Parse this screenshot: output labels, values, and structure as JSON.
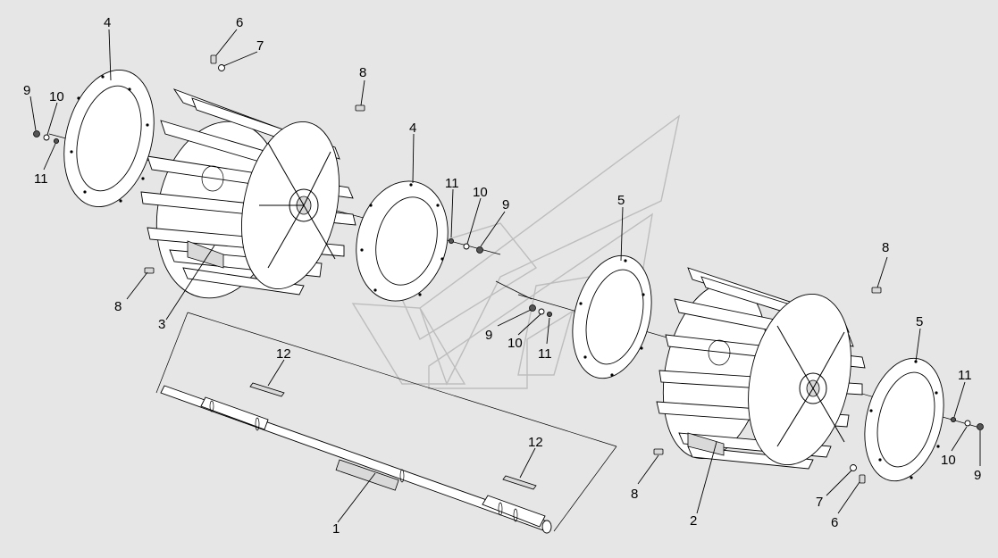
{
  "callouts": {
    "c1": "1",
    "c2": "2",
    "c3": "3",
    "c4a": "4",
    "c4b": "4",
    "c5a": "5",
    "c5b": "5",
    "c6a": "6",
    "c6b": "6",
    "c7a": "7",
    "c7b": "7",
    "c8a": "8",
    "c8b": "8",
    "c8c": "8",
    "c8d": "8",
    "c9a": "9",
    "c9b": "9",
    "c9c": "9",
    "c9d": "9",
    "c10a": "10",
    "c10b": "10",
    "c10c": "10",
    "c10d": "10",
    "c11a": "11",
    "c11b": "11",
    "c11c": "11",
    "c11d": "11",
    "c12a": "12",
    "c12b": "12"
  },
  "colors": {
    "background": "#e6e6e6",
    "line": "#000000",
    "watermark": "#bdbdbd"
  }
}
